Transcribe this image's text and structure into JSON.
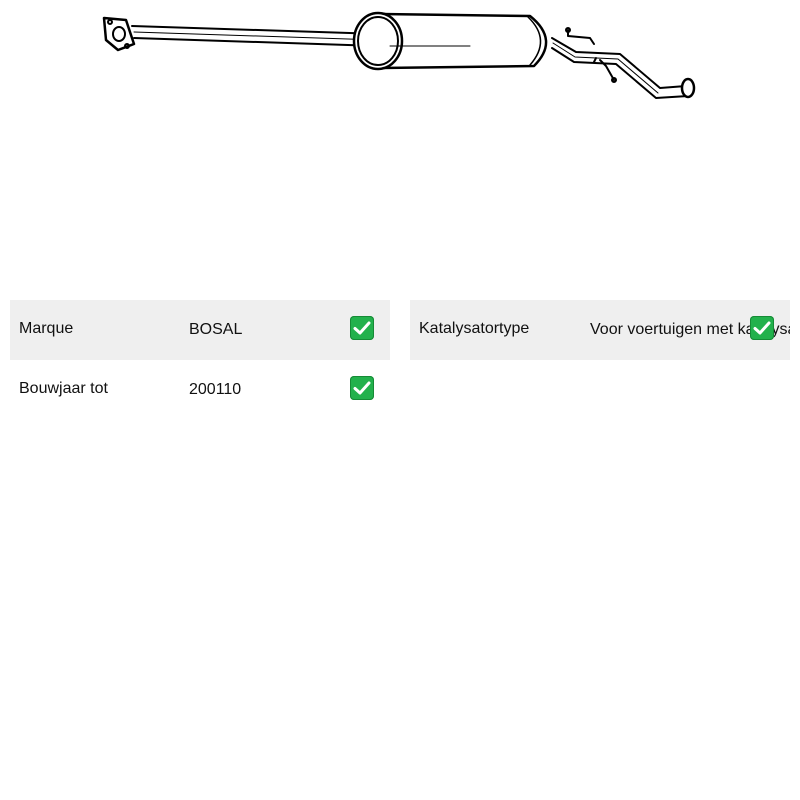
{
  "product": {
    "image_icon": "exhaust-pipe-silencer-drawing"
  },
  "specs_left": [
    {
      "label": "Marque",
      "value": "BOSAL",
      "status_icon": "check-icon"
    },
    {
      "label": "Bouwjaar tot",
      "value": "200110",
      "status_icon": "check-icon"
    }
  ],
  "specs_right": [
    {
      "label": "Katalysatortype",
      "value": "Voor voertuigen met katalysator",
      "status_icon": "check-icon"
    }
  ],
  "colors": {
    "row_shade": "#efefef",
    "check_green": "#22b14c"
  }
}
